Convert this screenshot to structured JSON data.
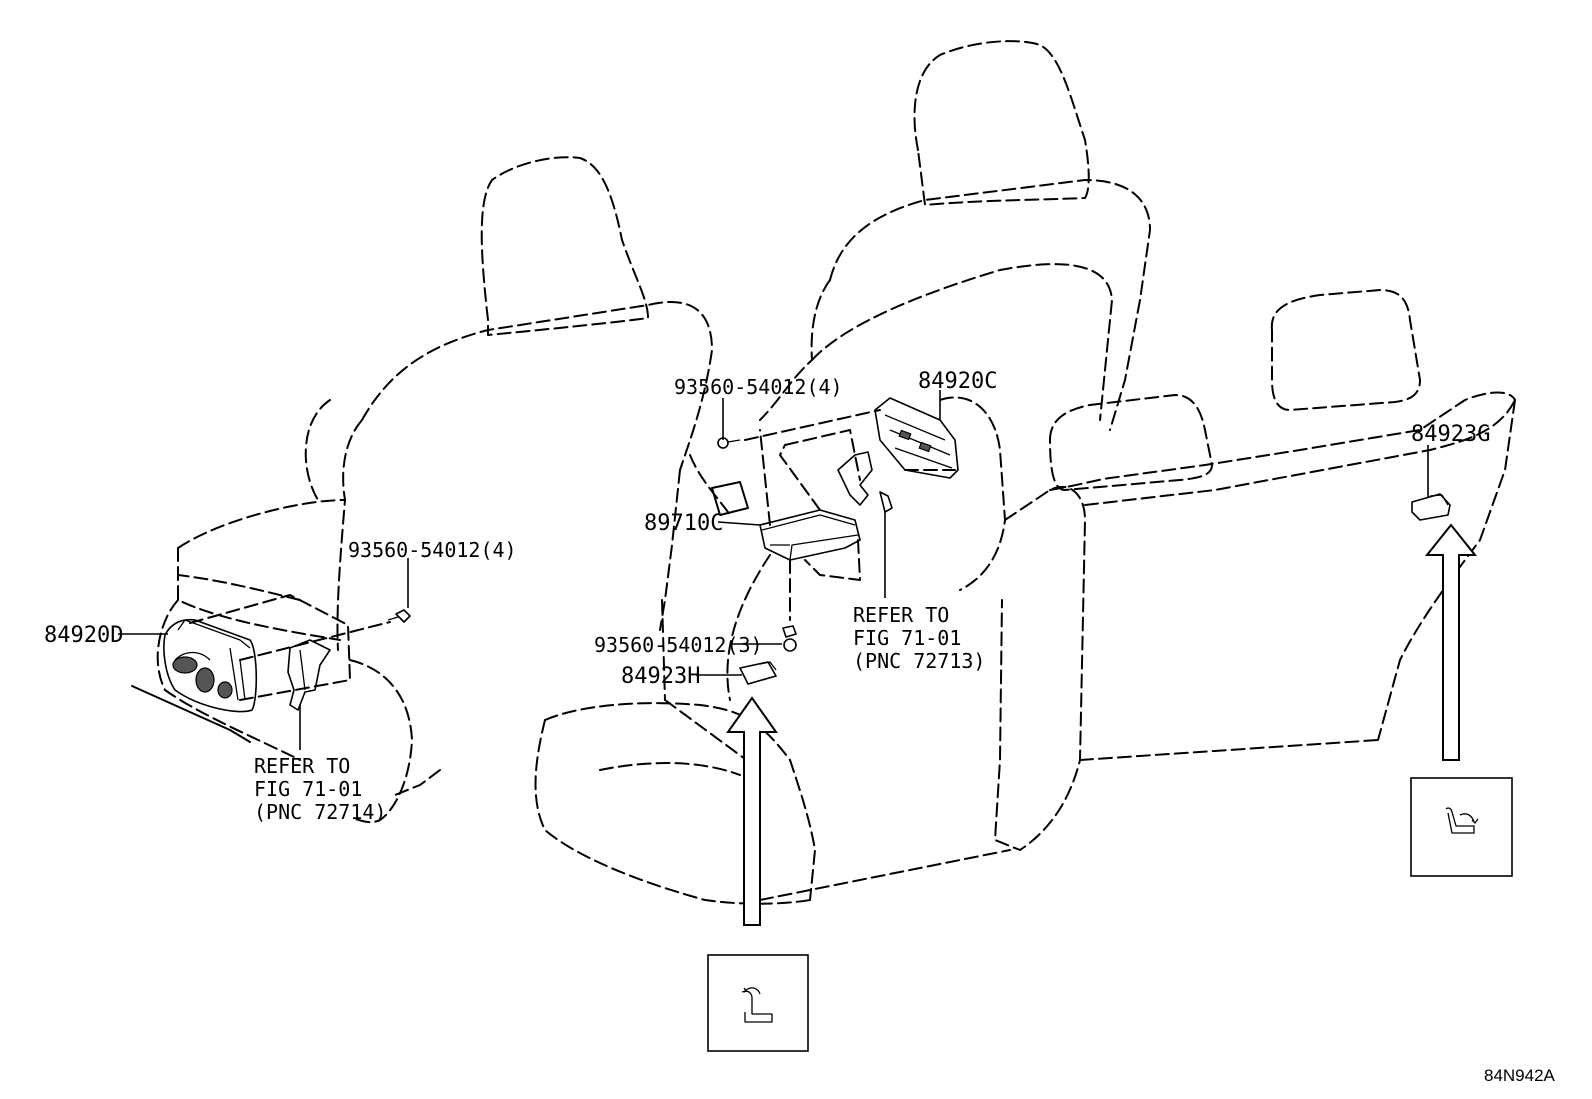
{
  "labels": {
    "p84920D": "84920D",
    "p84920C": "84920C",
    "p89710C": "89710C",
    "p84923H": "84923H",
    "p84923G": "84923G",
    "screw_upper": "93560-54012(4)",
    "screw_left": "93560-54012(4)",
    "screw_lower": "93560-54012(3)"
  },
  "refer_left": {
    "line1": "REFER TO",
    "line2": "FIG 71-01",
    "line3": "(PNC 72714)"
  },
  "refer_right": {
    "line1": "REFER TO",
    "line2": "FIG 71-01",
    "line3": "(PNC 72713)"
  },
  "figure_code": "84N942A",
  "icons": {
    "callout_center": "seat-recline-forward-icon",
    "callout_right": "seat-recline-back-icon"
  }
}
